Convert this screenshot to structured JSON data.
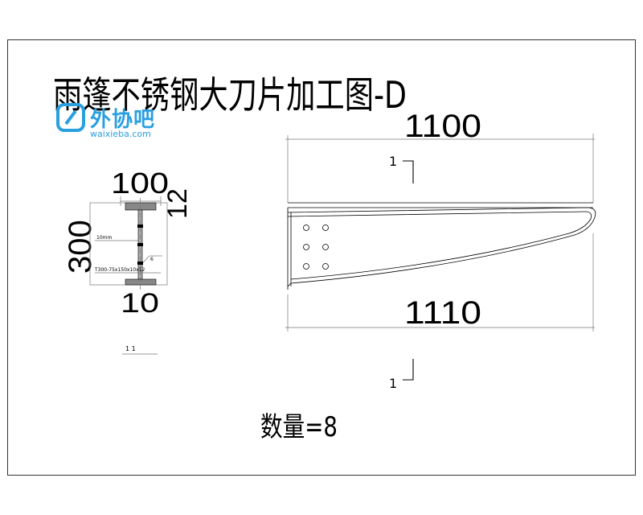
{
  "title": "雨篷不锈钢大刀片加工图-D",
  "watermark": {
    "name": "外协吧",
    "url": "waixieba.com",
    "color": "#2a9fe0"
  },
  "section": {
    "dim_width": "100",
    "dim_flange": "12",
    "dim_height": "300",
    "dim_web": "10",
    "note_plate": "10mm",
    "note_weld": "6",
    "note_spec": "T300-75x150x10x12",
    "caption": "1 1"
  },
  "elevation": {
    "dim_top": "1100",
    "dim_bottom": "1110",
    "section_mark_top": "1",
    "section_mark_bottom": "1"
  },
  "quantity": "数量=8"
}
